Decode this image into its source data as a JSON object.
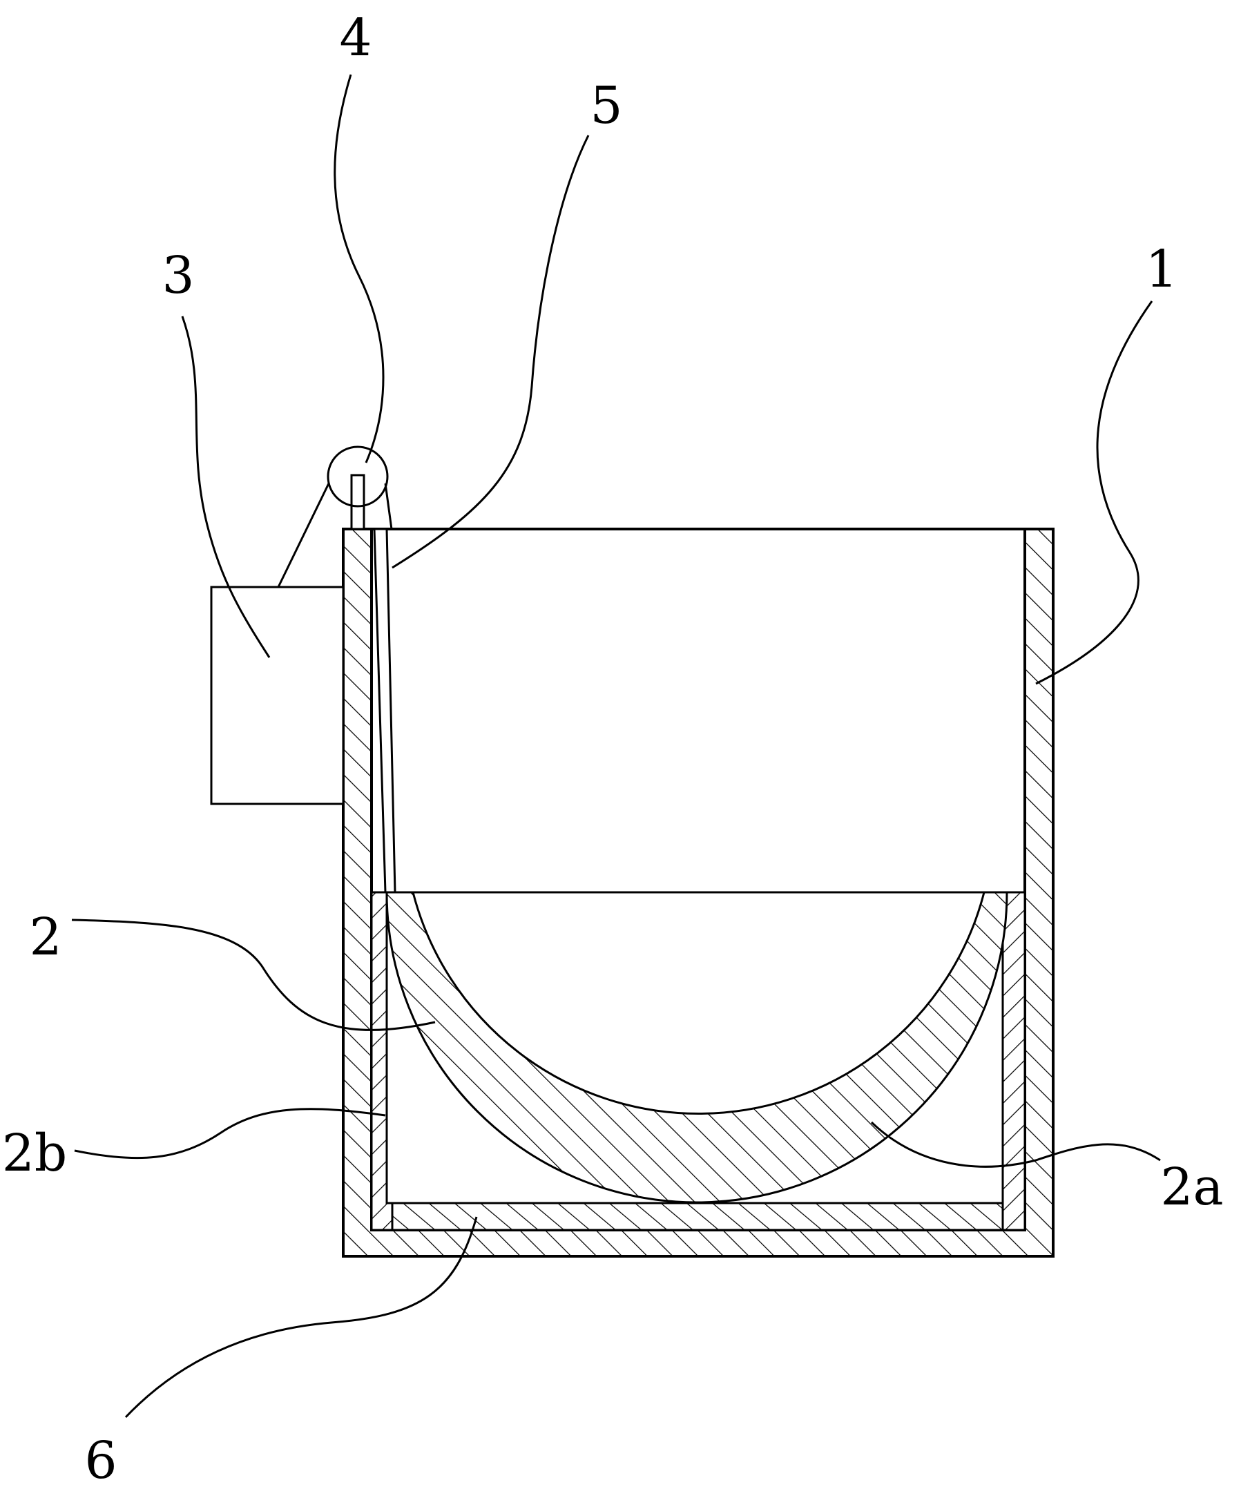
{
  "diagram": {
    "labels": {
      "l1": "1",
      "l2": "2",
      "l2a": "2a",
      "l2b": "2b",
      "l3": "3",
      "l4": "4",
      "l5": "5",
      "l6": "6"
    }
  }
}
